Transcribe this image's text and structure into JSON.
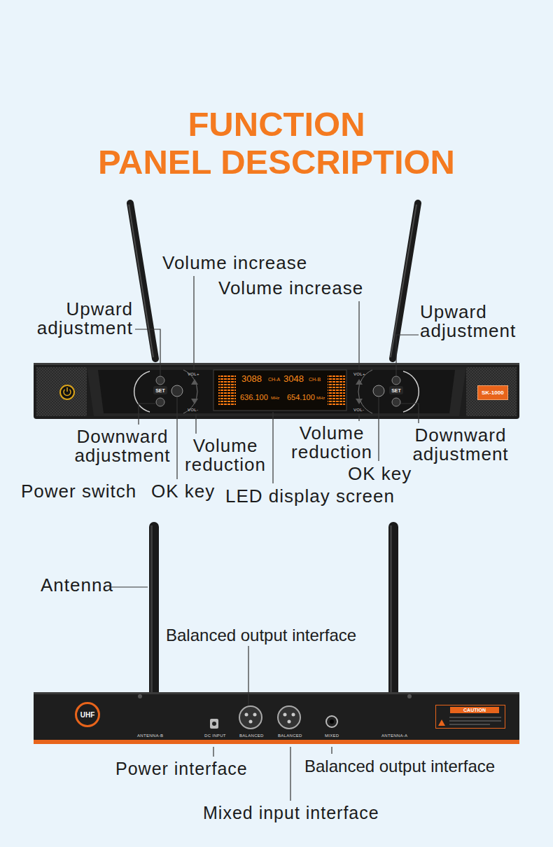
{
  "diagram": {
    "title": "FUNCTION PANEL DESCRIPTION",
    "nodes": [
      {
        "text": [
          "SET"
        ]
      },
      {
        "text": [
          "3088",
          "CH-A",
          "3048",
          "CH-B",
          "636.100",
          "MHz",
          "654.100",
          "MHz"
        ]
      },
      {
        "text": [
          "SET"
        ]
      },
      {
        "text": [
          "SK-1000"
        ]
      },
      {
        "text": [
          "UHF"
        ]
      },
      {
        "text": [
          "CAUTION"
        ]
      }
    ],
    "labels": [
      "Volume increase",
      "Volume increase",
      "Upward adjustment",
      "Upward adjustment",
      "VOL+",
      "VOL+",
      "VOL-",
      "VOL-",
      "Downward adjustment",
      "Volume reduction",
      "Volume reduction",
      "Downward adjustment",
      "Power switch",
      "OK key",
      "OK key",
      "LED display screen",
      "Antenna",
      "Balanced output interface",
      "ANTENNA-B",
      "DC INPUT",
      "BALANCED",
      "BALANCED",
      "MIXED",
      "ANTENNA-A",
      "Power interface",
      "Balanced output interface",
      "Mixed input interface"
    ]
  }
}
